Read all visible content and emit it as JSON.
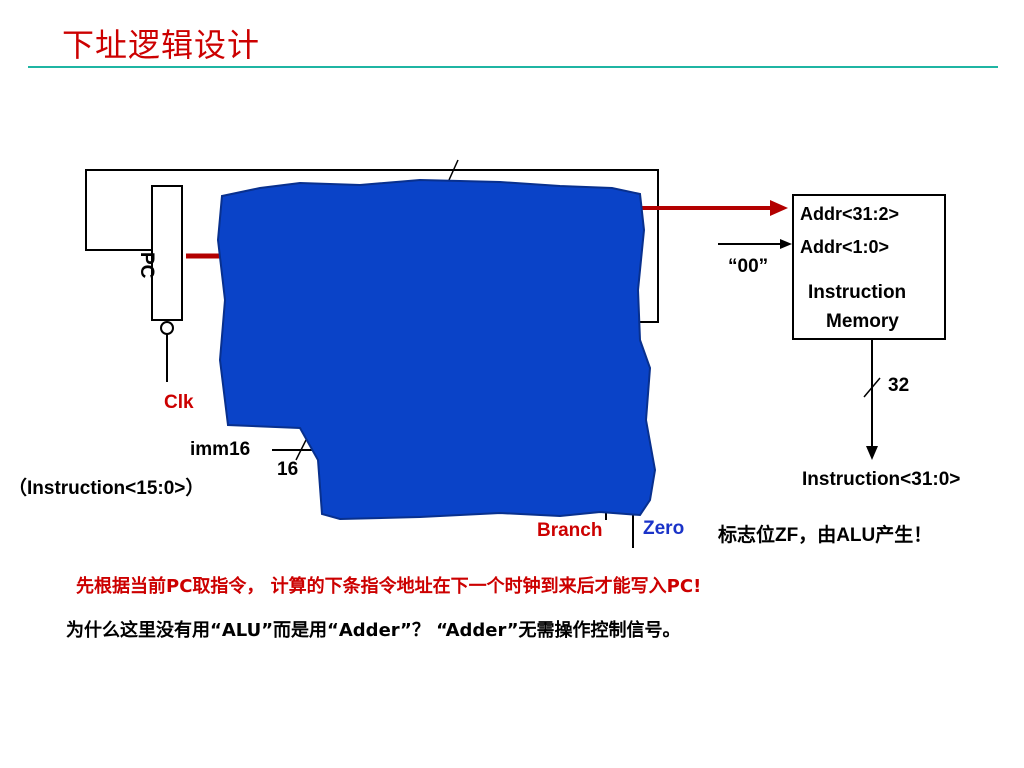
{
  "title": "下址逻辑设计",
  "pc": {
    "label": "PC",
    "clk": "Clk"
  },
  "imem": {
    "addr_hi": "Addr<31:2>",
    "addr_lo": "Addr<1:0>",
    "zeros": "“00”",
    "name_line1": "Instruction",
    "name_line2": "Memory",
    "out_width": "32",
    "output": "Instruction<31:0>"
  },
  "imm": {
    "name": "imm16",
    "source": "（Instruction<15:0>）",
    "width": "16"
  },
  "signals": {
    "branch": "Branch",
    "zero": "Zero",
    "zf_note": "标志位ZF，由ALU产生！"
  },
  "notes": {
    "line1": "先根据当前PC取指令， 计算的下条指令地址在下一个时钟到来后才能写入PC!",
    "line2": "为什么这里没有用“ALU”而是用“Adder”？ “Adder”无需操作控制信号。"
  },
  "colors": {
    "title": "#cc0000",
    "rule": "#1fb5a3",
    "redacted": "#0a43c8",
    "wire_red": "#b30000",
    "zero": "#1a33c8"
  }
}
